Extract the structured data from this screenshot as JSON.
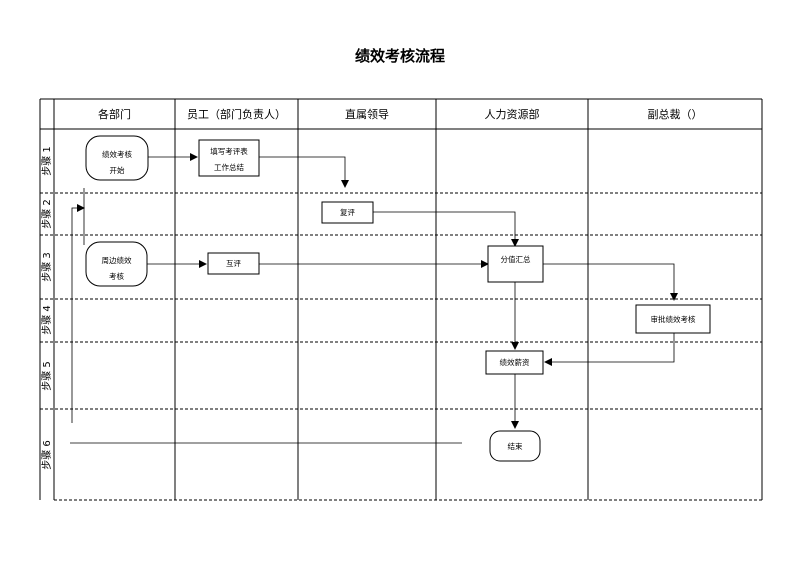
{
  "title": "绩效考核流程",
  "lanes": [
    "各部门",
    "员工（部门负责人）",
    "直属领导",
    "人力资源部",
    "副总裁（）"
  ],
  "step_labels": [
    "步骤 1",
    "步骤 2",
    "步骤 3",
    "步骤 4",
    "步骤 5",
    "步骤 6"
  ],
  "nodes": {
    "start": {
      "line1": "绩效考核",
      "line2": "开始"
    },
    "fill_form": {
      "line1": "填写考评表",
      "line2": "工作总结"
    },
    "review": "复评",
    "peer_eval": {
      "line1": "周边绩效",
      "line2": "考核"
    },
    "mutual_eval": "互评",
    "score_summary": "分值汇总",
    "approve": "审批绩效考核",
    "salary": "绩效薪资",
    "end": "结束"
  }
}
